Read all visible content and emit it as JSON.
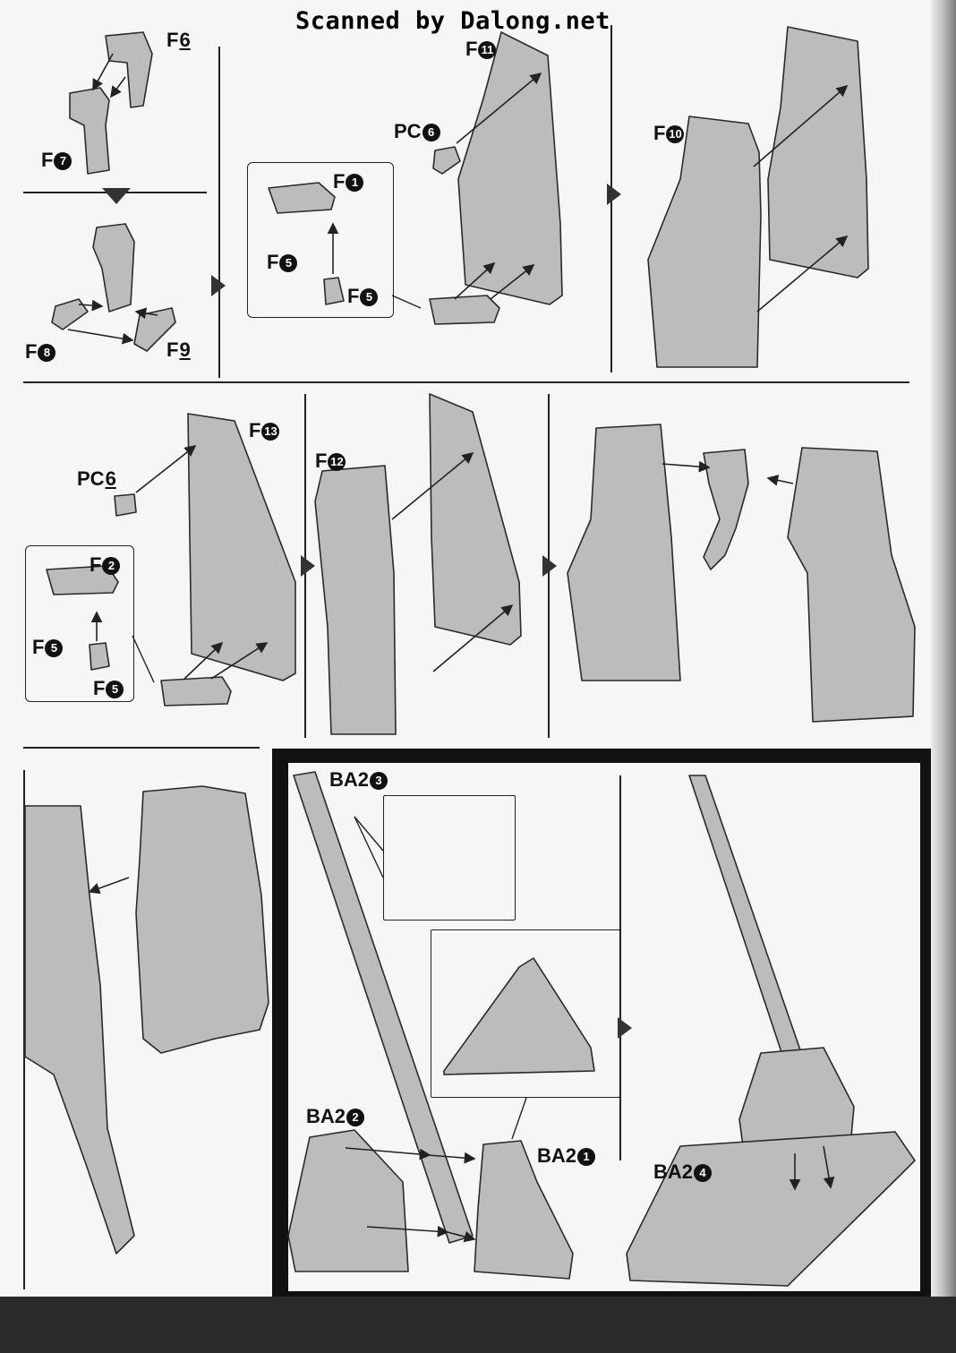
{
  "watermark": "Scanned by Dalong.net",
  "labels": {
    "f6": {
      "prefix": "F",
      "num": "6"
    },
    "f7": {
      "prefix": "F",
      "num": "7"
    },
    "f8": {
      "prefix": "F",
      "num": "8"
    },
    "f9": {
      "prefix": "F",
      "num": "9"
    },
    "f11": {
      "prefix": "F",
      "num": "11"
    },
    "pc6_a": {
      "prefix": "PC",
      "num": "6"
    },
    "f1": {
      "prefix": "F",
      "num": "1"
    },
    "f5_a": {
      "prefix": "F",
      "num": "5"
    },
    "f5_b": {
      "prefix": "F",
      "num": "5"
    },
    "f10": {
      "prefix": "F",
      "num": "10"
    },
    "f13": {
      "prefix": "F",
      "num": "13"
    },
    "pc6_b": {
      "prefix": "PC",
      "num": "6"
    },
    "f12": {
      "prefix": "F",
      "num": "12"
    },
    "f2": {
      "prefix": "F",
      "num": "2"
    },
    "f5_c": {
      "prefix": "F",
      "num": "5"
    },
    "f5_d": {
      "prefix": "F",
      "num": "5"
    },
    "ba2_3": {
      "prefix": "BA2",
      "num": "3"
    },
    "ba2_2": {
      "prefix": "BA2",
      "num": "2"
    },
    "ba2_1": {
      "prefix": "BA2",
      "num": "1"
    },
    "ba2_4": {
      "prefix": "BA2",
      "num": "4"
    }
  },
  "colors": {
    "part": "#b9b9b9",
    "part_dark": "#8d8d8d",
    "line": "#2a2a2a",
    "panel_bg": "#f6f6f6"
  },
  "icons": [
    "step-arrow-icon",
    "down-arrow-icon"
  ]
}
